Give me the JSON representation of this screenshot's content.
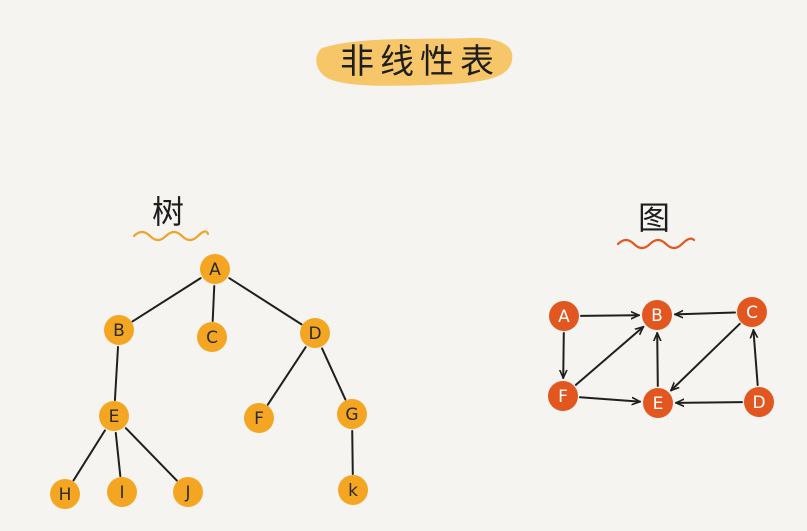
{
  "title": "非线性表",
  "colors": {
    "tree_node": "#f4a623",
    "graph_node": "#e2561f",
    "title_highlight": "#f6c15a",
    "tree_underline": "#f0a22a",
    "graph_underline": "#e2561f"
  },
  "tree": {
    "label": "树",
    "nodes": [
      "A",
      "B",
      "C",
      "D",
      "E",
      "F",
      "G",
      "H",
      "I",
      "J",
      "k"
    ],
    "edges": [
      [
        "A",
        "B"
      ],
      [
        "A",
        "C"
      ],
      [
        "A",
        "D"
      ],
      [
        "B",
        "E"
      ],
      [
        "D",
        "F"
      ],
      [
        "D",
        "G"
      ],
      [
        "E",
        "H"
      ],
      [
        "E",
        "I"
      ],
      [
        "E",
        "J"
      ],
      [
        "G",
        "k"
      ]
    ]
  },
  "graph": {
    "label": "图",
    "nodes": [
      "A",
      "B",
      "C",
      "F",
      "E",
      "D"
    ],
    "edges": [
      [
        "A",
        "B"
      ],
      [
        "C",
        "B"
      ],
      [
        "A",
        "F"
      ],
      [
        "F",
        "B"
      ],
      [
        "F",
        "E"
      ],
      [
        "E",
        "B"
      ],
      [
        "C",
        "E"
      ],
      [
        "D",
        "E"
      ],
      [
        "D",
        "C"
      ]
    ]
  }
}
